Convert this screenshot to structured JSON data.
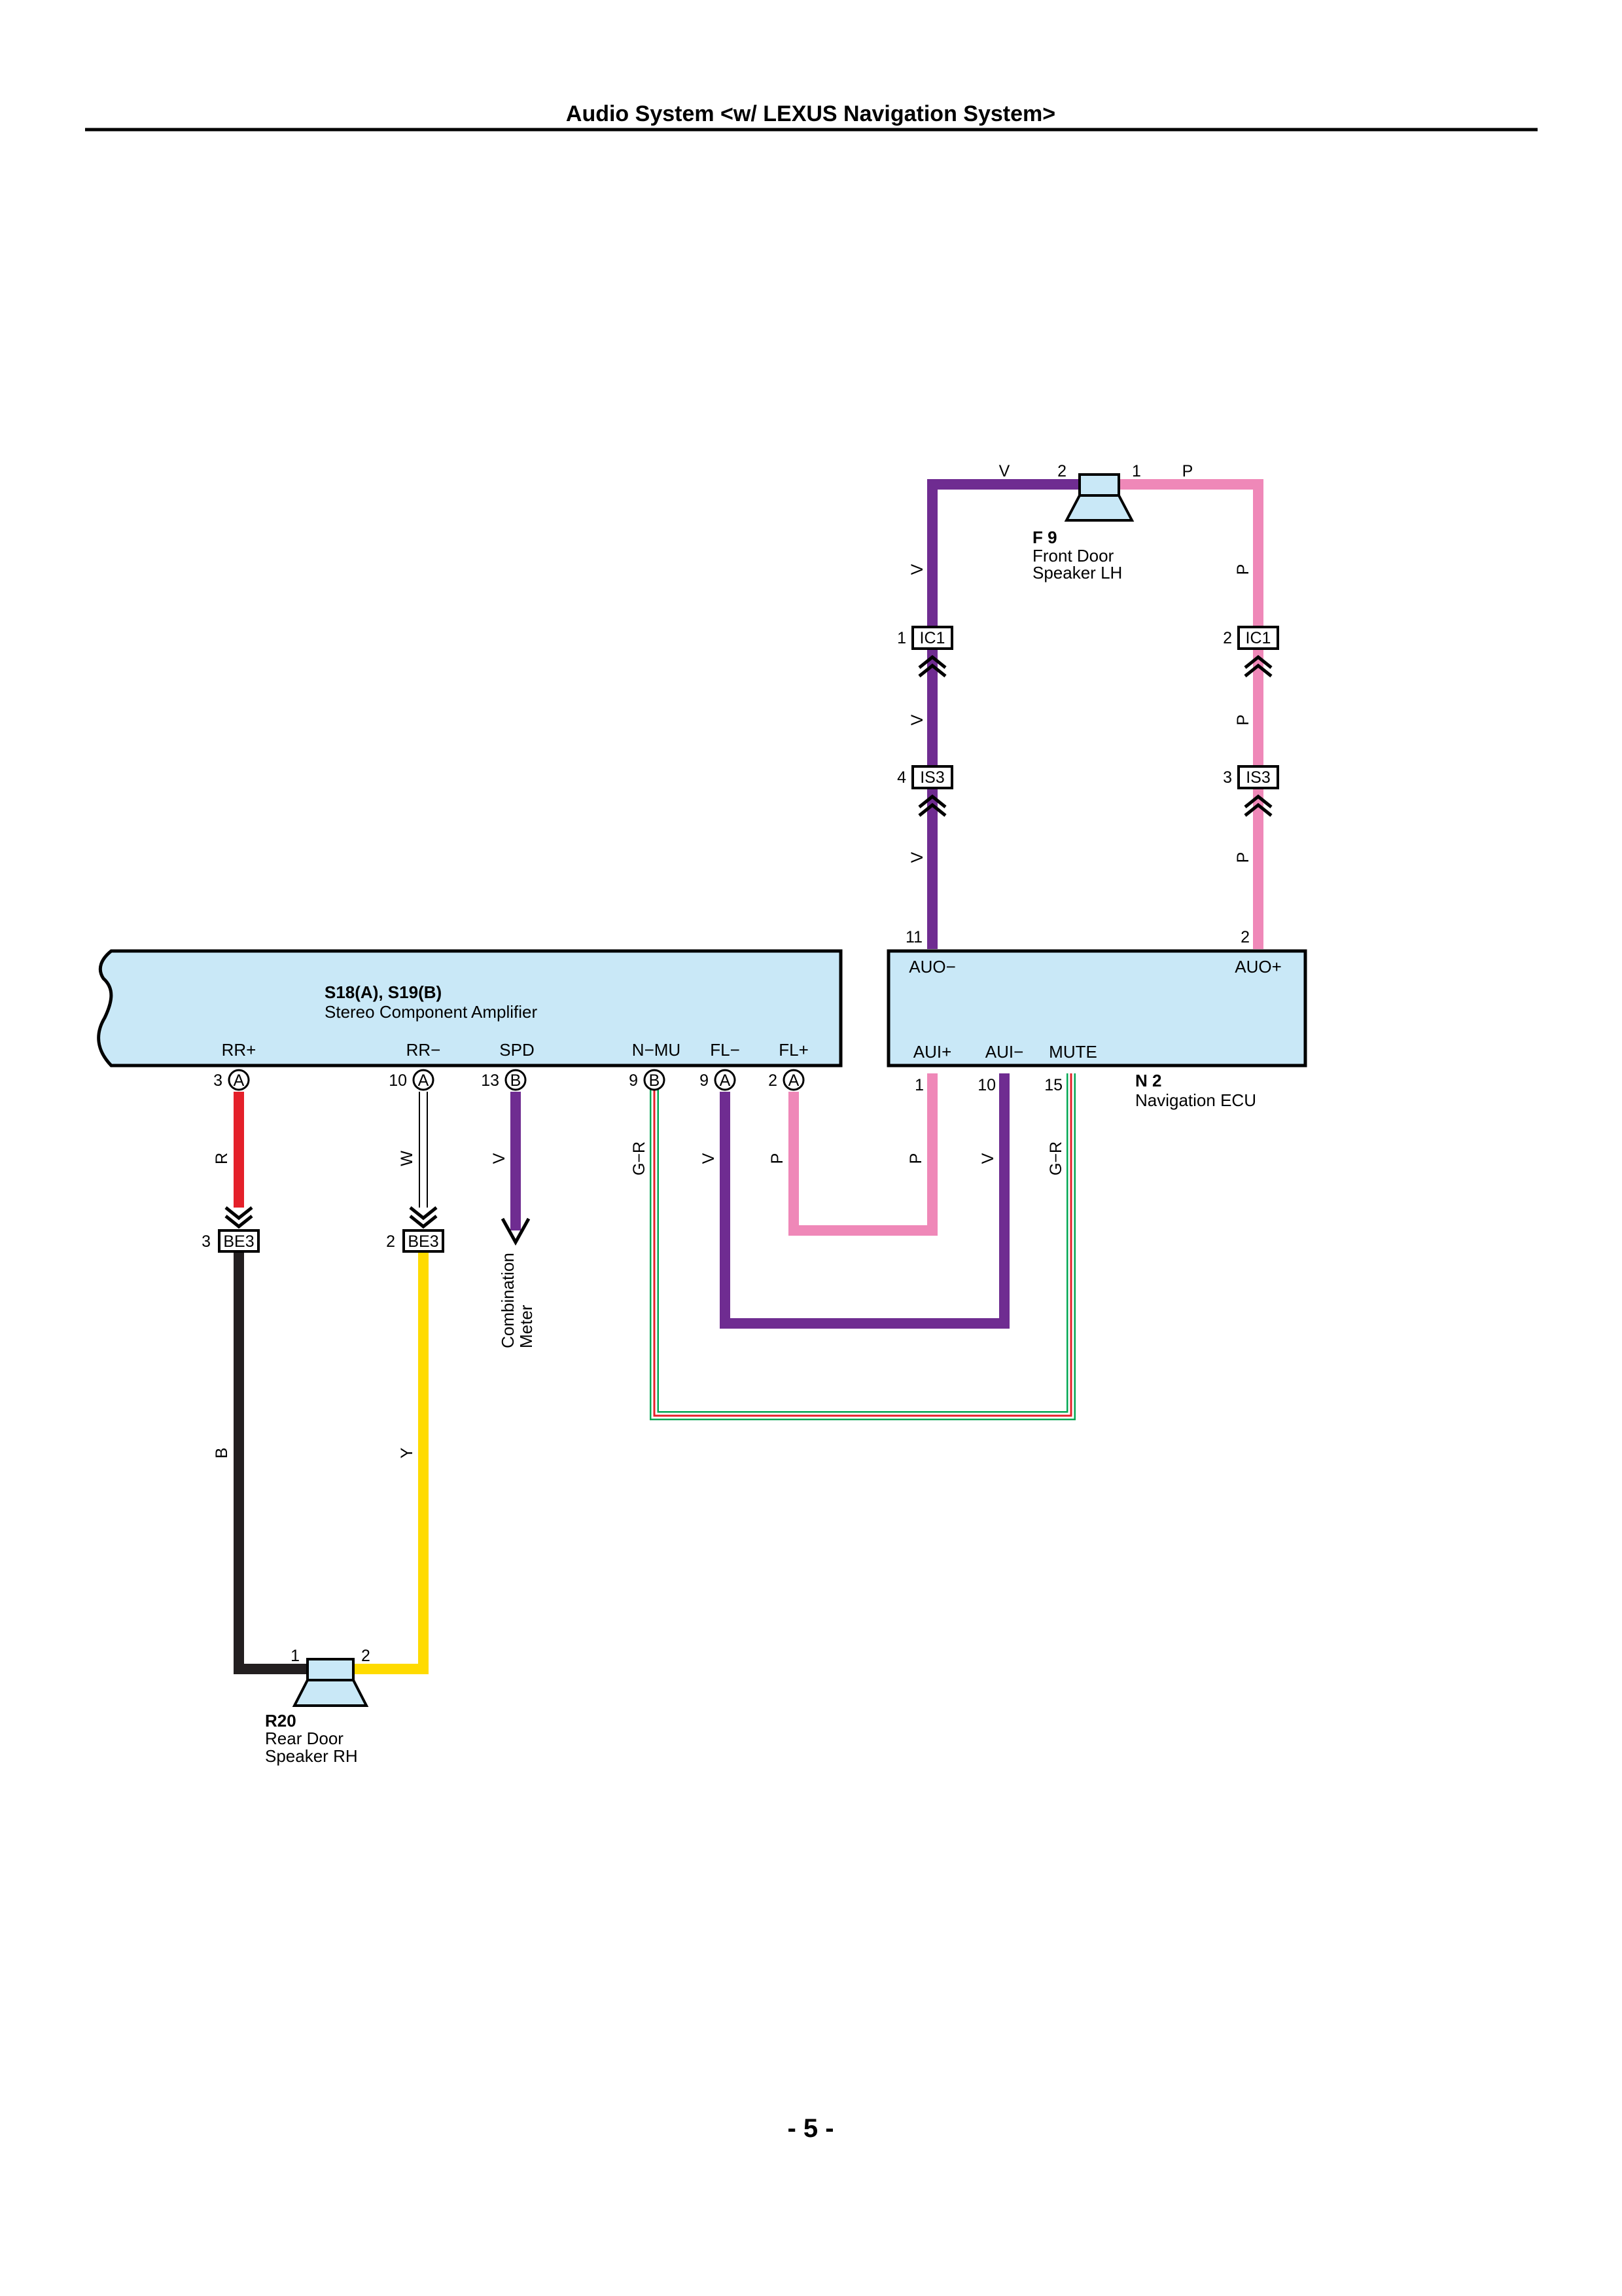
{
  "header": {
    "title": "Audio System <w/ LEXUS Navigation System>"
  },
  "footer": {
    "page": "- 5 -"
  },
  "colors": {
    "violet": "#6f2c91",
    "pink": "#ef88b8",
    "red": "#e4202a",
    "white_wire": "#ffffff",
    "yellow": "#ffdb00",
    "black": "#231f20",
    "green": "#00a651",
    "component_fill": "#c9e8f7"
  },
  "amplifier": {
    "code": "S18(A), S19(B)",
    "name": "Stereo Component Amplifier",
    "terminals": [
      {
        "name": "RR+",
        "pin": "3",
        "conn": "A"
      },
      {
        "name": "RR−",
        "pin": "10",
        "conn": "A"
      },
      {
        "name": "SPD",
        "pin": "13",
        "conn": "B"
      },
      {
        "name": "N−MU",
        "pin": "9",
        "conn": "B"
      },
      {
        "name": "FL−",
        "pin": "9",
        "conn": "A"
      },
      {
        "name": "FL+",
        "pin": "2",
        "conn": "A"
      }
    ]
  },
  "nav_ecu": {
    "code": "N 2",
    "name": "Navigation ECU",
    "top_terminals": [
      {
        "name": "AUO−",
        "pin": "11"
      },
      {
        "name": "AUO+",
        "pin": "2"
      }
    ],
    "bottom_terminals": [
      {
        "name": "AUI+",
        "pin": "1"
      },
      {
        "name": "AUI−",
        "pin": "10"
      },
      {
        "name": "MUTE",
        "pin": "15"
      }
    ]
  },
  "front_speaker": {
    "code": "F 9",
    "line1": "Front Door",
    "line2": "Speaker LH",
    "pin_left": "2",
    "pin_right": "1"
  },
  "rear_speaker": {
    "code": "R20",
    "line1": "Rear Door",
    "line2": "Speaker RH",
    "pin_left": "1",
    "pin_right": "2"
  },
  "connectors": {
    "ic1_left": {
      "label": "IC1",
      "pin": "1"
    },
    "ic1_right": {
      "label": "IC1",
      "pin": "2"
    },
    "is3_left": {
      "label": "IS3",
      "pin": "4"
    },
    "is3_right": {
      "label": "IS3",
      "pin": "3"
    },
    "be3_left": {
      "label": "BE3",
      "pin": "3"
    },
    "be3_right": {
      "label": "BE3",
      "pin": "2"
    }
  },
  "wire_codes": {
    "front_top_v": "V",
    "front_top_p": "P",
    "left_v1": "V",
    "left_v2": "V",
    "left_v3": "V",
    "right_p1": "P",
    "right_p2": "P",
    "right_p3": "P",
    "rr_plus": "R",
    "rr_minus": "W",
    "spd": "V",
    "nmu": "G−R",
    "fl_minus": "V",
    "fl_plus": "P",
    "aui_plus": "P",
    "aui_minus": "V",
    "mute": "G−R",
    "rear_b": "B",
    "rear_y": "Y"
  },
  "combination_meter": {
    "line1": "Combination",
    "line2": "Meter"
  }
}
